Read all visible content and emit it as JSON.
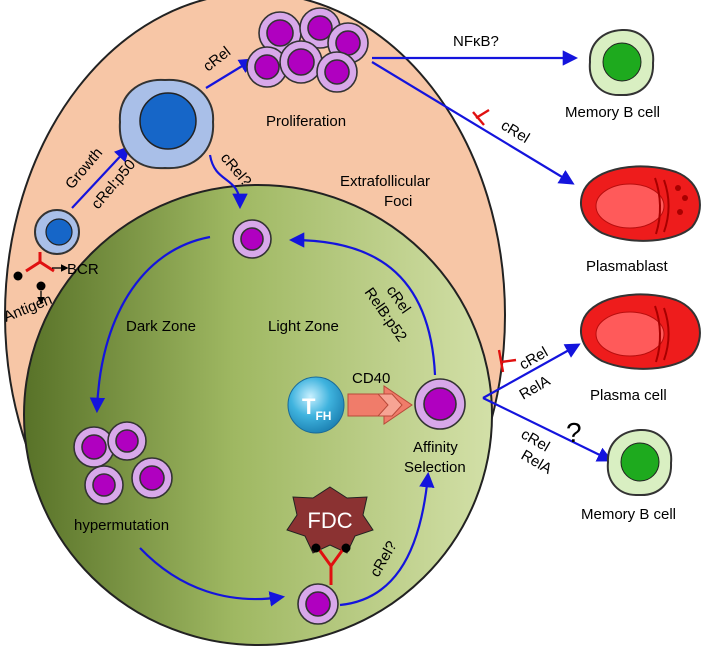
{
  "labels": {
    "growth": "Growth",
    "crel_p50": "cRel:p50",
    "crel_top": "cRel",
    "crel_q_top": "cRel?",
    "proliferation": "Proliferation",
    "nfkb": "NFκB?",
    "crel_right": "cRel",
    "bcr": "BCR",
    "antigen": "Antigen",
    "extrafollicular": "Extrafollicular",
    "foci": "Foci",
    "dark_zone": "Dark Zone",
    "light_zone": "Light Zone",
    "crel_lz": "cRel",
    "relb_p52": "RelB:p52",
    "tfh_main": "T",
    "tfh_sub": "FH",
    "cd40": "CD40",
    "affinity": "Affinity",
    "selection": "Selection",
    "hypermutation": "hypermutation",
    "fdc": "FDC",
    "crel_q_bottom": "cRel?",
    "crel_pc": "cRel",
    "rela_pc": "RelA",
    "crel_mb": "cRel",
    "rela_mb": "RelA",
    "question": "?"
  },
  "cells": {
    "memory_top": "Memory B cell",
    "plasmablast": "Plasmablast",
    "plasma_cell": "Plasma cell",
    "memory_bottom": "Memory B cell"
  },
  "colors": {
    "follicle_fill": "#f7c6a6",
    "gc_dark": "#5f7a2c",
    "gc_light": "#cfdca4",
    "arrow": "#1414dd",
    "inhibit": "#e01010",
    "bcell_outer": "#d8a8ea",
    "bcell_inner": "#b000c0",
    "memory_outer": "#d9efc2",
    "memory_inner": "#1eaa1e",
    "plasma_red": "#ee1c1c",
    "fdc": "#8b3232",
    "tfh": "#2fa8d4",
    "cd40": "#f07c6a"
  }
}
